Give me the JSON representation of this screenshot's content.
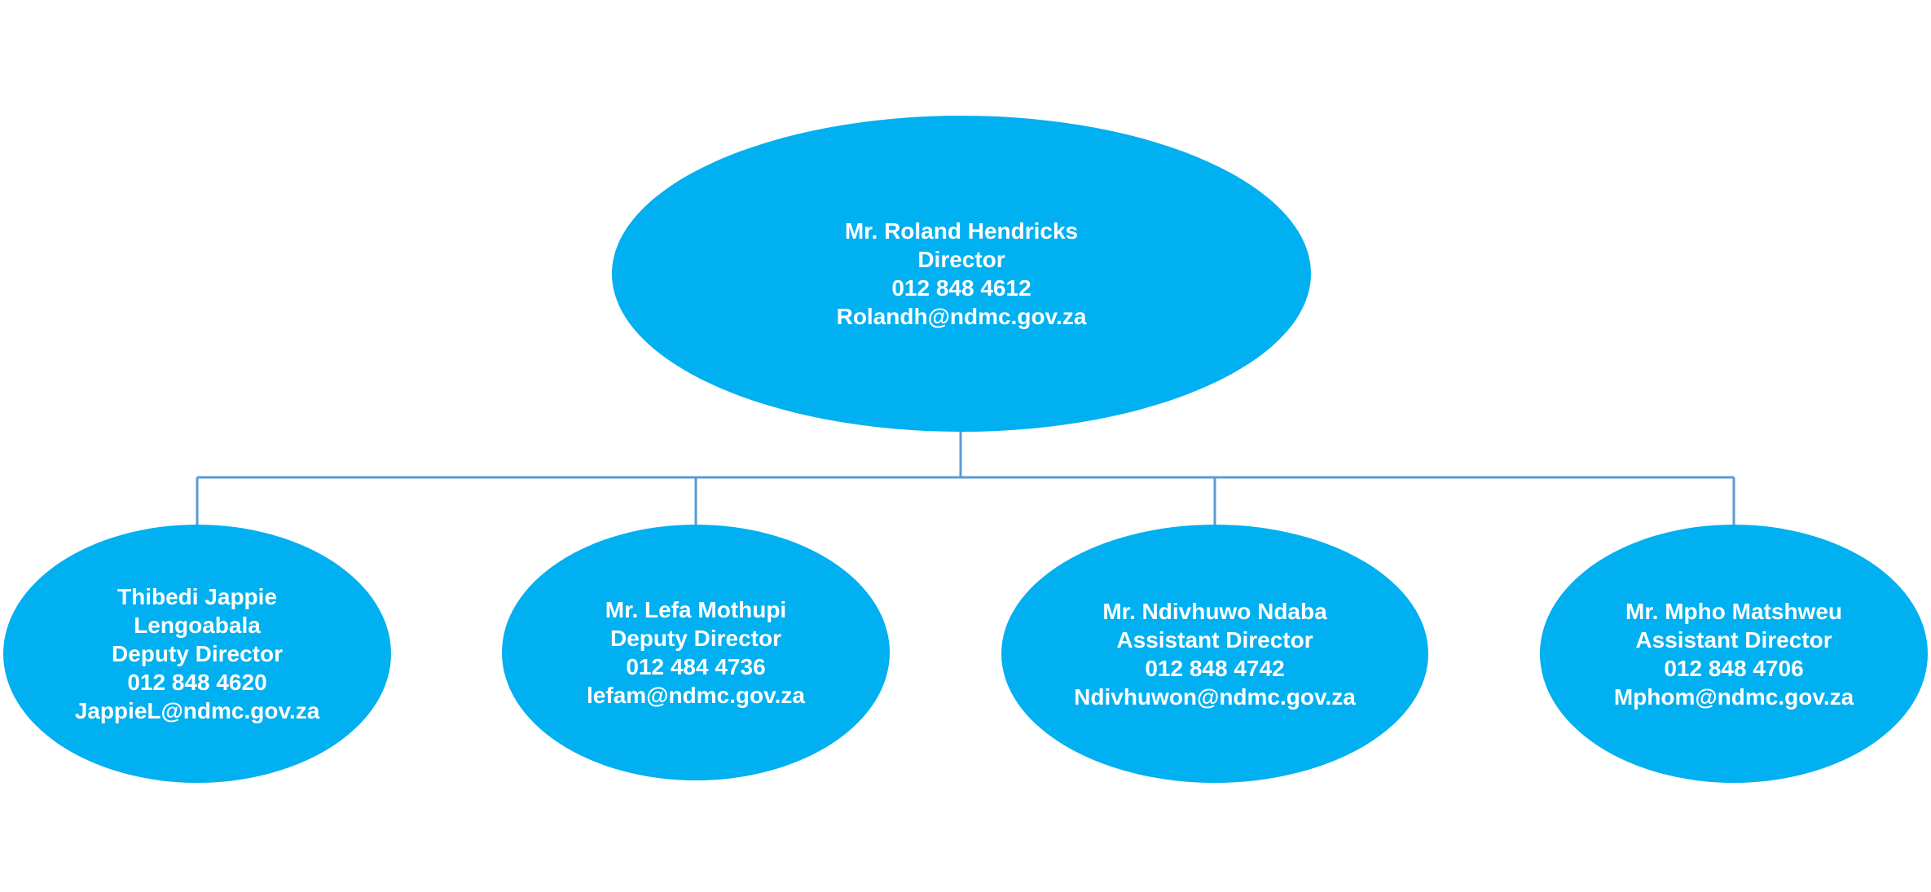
{
  "diagram": {
    "type": "org-chart",
    "colors": {
      "node_fill": "#00b0f0",
      "node_text": "#ffffff",
      "connector": "#5b9bd5"
    },
    "root": {
      "lines": [
        "Mr. Roland Hendricks",
        "Director",
        "012 848 4612",
        "Rolandh@ndmc.gov.za"
      ]
    },
    "children": [
      {
        "lines": [
          "Thibedi Jappie",
          "Lengoabala",
          "Deputy Director",
          "012 848 4620",
          "JappieL@ndmc.gov.za"
        ]
      },
      {
        "lines": [
          "Mr. Lefa Mothupi",
          "Deputy Director",
          "012 484 4736",
          "lefam@ndmc.gov.za"
        ]
      },
      {
        "lines": [
          "Mr. Ndivhuwo Ndaba",
          "Assistant Director",
          "012 848 4742",
          "Ndivhuwon@ndmc.gov.za"
        ]
      },
      {
        "lines": [
          "Mr. Mpho Matshweu",
          "Assistant Director",
          "012 848 4706",
          "Mphom@ndmc.gov.za"
        ]
      }
    ]
  }
}
